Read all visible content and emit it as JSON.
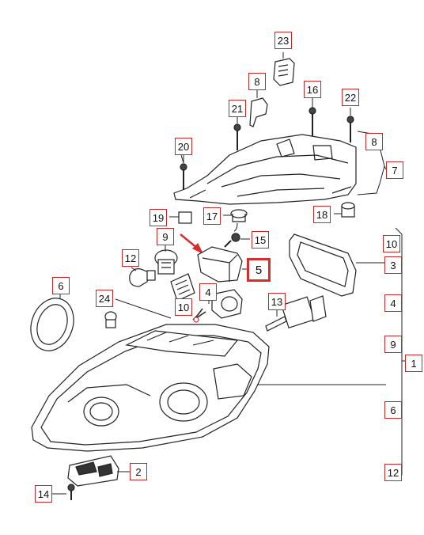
{
  "diagram": {
    "selected_part": "5",
    "callouts": {
      "c23": "23",
      "c8a": "8",
      "c16": "16",
      "c21": "21",
      "c22": "22",
      "c20": "20",
      "c8b": "8",
      "c7": "7",
      "c19": "19",
      "c17": "17",
      "c18": "18",
      "c9a": "9",
      "c15": "15",
      "c10a": "10",
      "c12": "12",
      "c5": "5",
      "c3": "3",
      "c6a": "6",
      "c4a": "4",
      "c10b": "10",
      "c24": "24",
      "c13": "13",
      "c4b": "4",
      "c9b": "9",
      "c1": "1",
      "c6b": "6",
      "c2": "2",
      "c14": "14",
      "c12b": "12"
    }
  }
}
